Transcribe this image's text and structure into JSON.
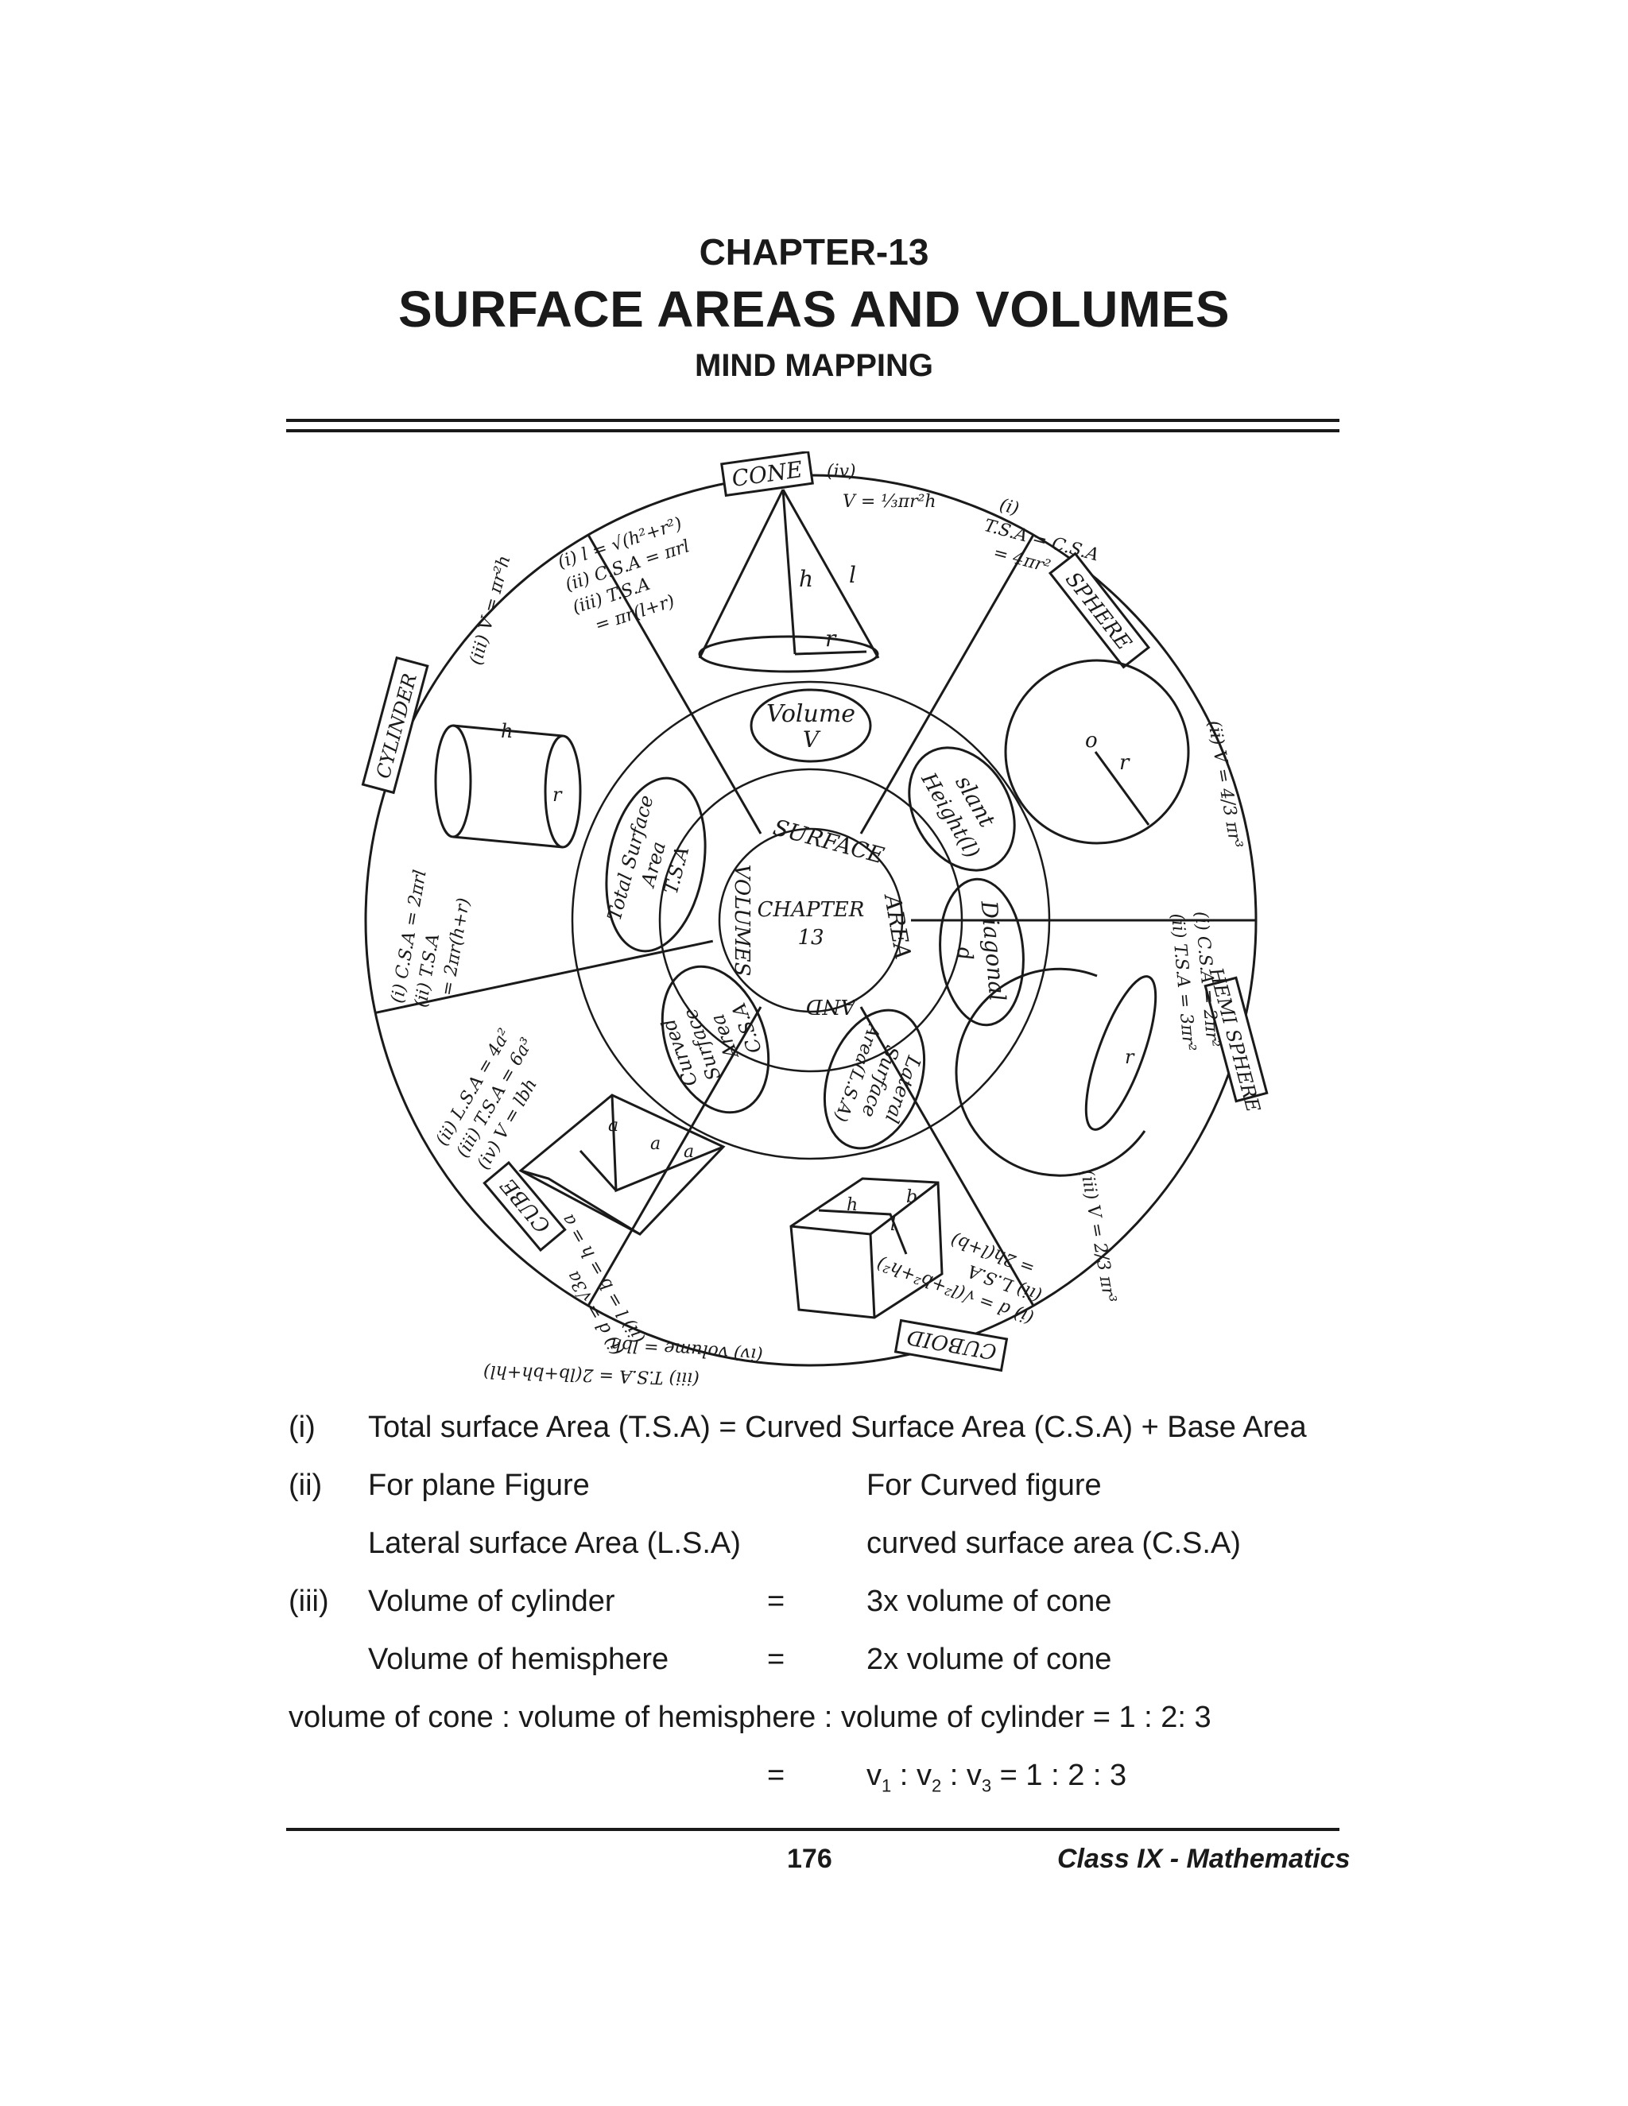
{
  "header": {
    "chapter": "CHAPTER-13",
    "title": "SURFACE AREAS AND VOLUMES",
    "subtitle": "MIND MAPPING"
  },
  "mindmap": {
    "center": [
      "CHAPTER",
      "13"
    ],
    "ring_words": [
      "SURFACE",
      "AREA",
      "AND",
      "VOLUMES"
    ],
    "middle_ring": {
      "volume": [
        "Volume",
        "V"
      ],
      "slant": [
        "slant",
        "Height(l)"
      ],
      "diagonal": [
        "Diagonal",
        "d"
      ],
      "lateral": [
        "Lateral",
        "Surface",
        "Area(L.S.A)"
      ],
      "curved": [
        "Curved",
        "Surface",
        "Area",
        "C.S.A"
      ],
      "total": [
        "Total Surface",
        "Area",
        "T.S.A"
      ]
    },
    "shapes": {
      "cone": {
        "label": "CONE",
        "formulas": [
          "(i) l = √(h²+r²)",
          "(ii) C.S.A = πrl",
          "(iii) T.S.A",
          "= πr(l+r)"
        ],
        "volume": [
          "(iv)",
          "V = ⅓πr²h"
        ],
        "marks": [
          "h",
          "l",
          "r"
        ]
      },
      "sphere": {
        "label": "SPHERE",
        "formulas": [
          "(i)",
          "T.S.A = C.S.A",
          "= 4πr²"
        ],
        "volume": "(ii) V = 4/3 πr³",
        "marks": [
          "o",
          "r"
        ]
      },
      "hemisphere": {
        "label": "HEMI SPHERE",
        "formulas": [
          "(i) C.S.A = 2πr²",
          "(ii) T.S.A = 3πr²"
        ],
        "volume": "(iii) V = 2/3 πr³",
        "marks": [
          "r"
        ]
      },
      "cuboid": {
        "label": "CUBOID",
        "formulas": [
          "(i) d = √(l²+b²+h²)",
          "(ii) L.S.A",
          "= 2h(l+b)"
        ],
        "tsa": "(iii) T.S.A = 2(lb+bh+hl)",
        "volume": "(iv) volume = lbh",
        "marks": [
          "b",
          "l",
          "h"
        ]
      },
      "cube": {
        "label": "CUBE",
        "formulas": [
          "(i) d = √3a",
          "(ii) l = b = h = a"
        ],
        "extra": [
          "(ii) L.S.A = 4a²",
          "(iii) T.S.A = 6a³",
          "(iv) V = lbh"
        ],
        "marks": [
          "a",
          "a",
          "a"
        ]
      },
      "cylinder": {
        "label": "CYLINDER",
        "formulas": [
          "(i) C.S.A = 2πrl",
          "(ii) T.S.A",
          "= 2πr(h+r)"
        ],
        "volume": "(iii) V = πr²h",
        "marks": [
          "h",
          "r"
        ]
      }
    }
  },
  "notes": {
    "i_num": "(i)",
    "i_text": "Total surface Area (T.S.A) = Curved Surface Area (C.S.A) + Base Area",
    "ii_num": "(ii)",
    "ii_left1": "For plane Figure",
    "ii_right1": "For Curved figure",
    "ii_left2": "Lateral surface Area (L.S.A)",
    "ii_right2": "curved surface area (C.S.A)",
    "iii_num": "(iii)",
    "iii_left1": "Volume of cylinder",
    "eq": "=",
    "iii_right1": "3x volume of cone",
    "iii_left2": "Volume of hemisphere",
    "iii_right2": "2x volume of cone",
    "ratio_line": "volume of cone : volume of hemisphere : volume of cylinder = 1 : 2: 3",
    "ratio_sym": {
      "v": "v",
      "s1": "1",
      "s2": "2",
      "s3": "3",
      "colon": " : ",
      "tail": " = 1 : 2 : 3"
    }
  },
  "footer": {
    "page": "176",
    "right": "Class IX - Mathematics"
  }
}
